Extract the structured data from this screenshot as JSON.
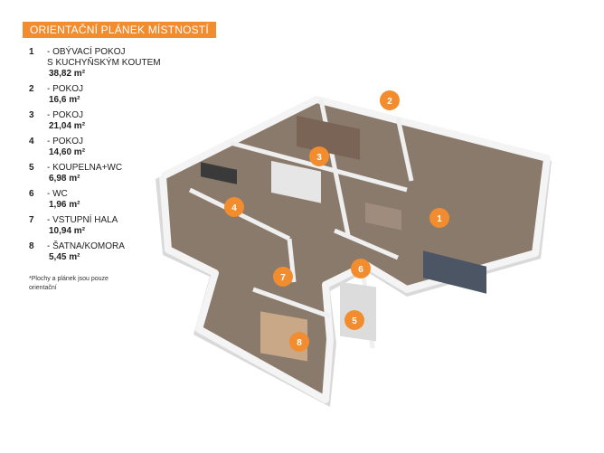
{
  "header": {
    "title": "ORIENTAČNÍ PLÁNEK MÍSTNOSTÍ"
  },
  "rooms": [
    {
      "number": "1",
      "name": "- OBÝVACÍ POKOJ\nS KUCHYŇSKÝM KOUTEM",
      "area": "38,82 m²"
    },
    {
      "number": "2",
      "name": "- POKOJ",
      "area": "16,6 m²"
    },
    {
      "number": "3",
      "name": "- POKOJ",
      "area": "21,04 m²"
    },
    {
      "number": "4",
      "name": "- POKOJ",
      "area": "14,60 m²"
    },
    {
      "number": "5",
      "name": "- KOUPELNA+WC",
      "area": "6,98 m²"
    },
    {
      "number": "6",
      "name": "- WC",
      "area": "1,96 m²"
    },
    {
      "number": "7",
      "name": "- VSTUPNÍ HALA",
      "area": "10,94 m²"
    },
    {
      "number": "8",
      "name": "- ŠATNA/KOMORA",
      "area": "5,45 m²"
    }
  ],
  "note": "*Plochy a plánek jsou pouze orientační",
  "markers": [
    "1",
    "2",
    "3",
    "4",
    "5",
    "6",
    "7",
    "8"
  ],
  "colors": {
    "accent": "#f28d2f",
    "floor": "#8a7a6c",
    "wall": "#f4f4f4"
  }
}
